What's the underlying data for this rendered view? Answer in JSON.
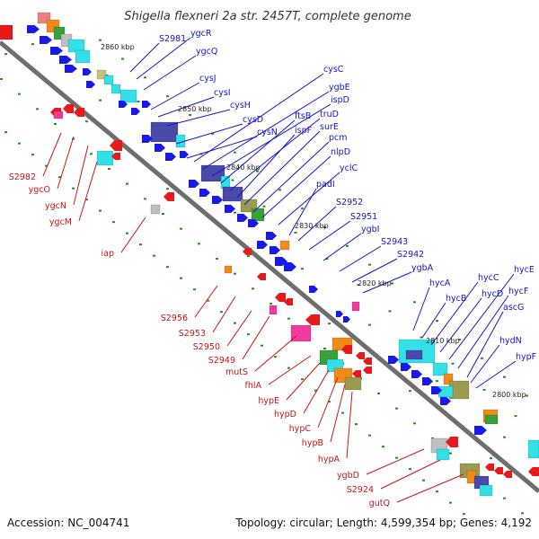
{
  "title": "Shigella flexneri 2a str. 2457T, complete genome",
  "accession": "Accession: NC_004741",
  "topology": "Topology: circular; Length: 4,599,354 bp; Genes: 4,192",
  "kbp_marks": [
    "2860 kbp",
    "2850 kbp",
    "2840 kbp",
    "2830 kbp",
    "2820 kbp",
    "2810 kbp",
    "2800 kbp"
  ],
  "upper_labels": [
    "S2981",
    "ygcR",
    "ygcQ",
    "cysJ",
    "cysI",
    "cysH",
    "cysD",
    "cysN",
    "cysC",
    "ygbE",
    "ispD",
    "ftsB",
    "truD",
    "ispF",
    "surE",
    "pcm",
    "nlpD",
    "yclC",
    "padI",
    "S2952",
    "S2951",
    "ygbI",
    "S2943",
    "S2942",
    "ygbA",
    "hycA",
    "hycB",
    "hycC",
    "hycD",
    "hycE",
    "hycF",
    "ascG",
    "hydN",
    "hypF"
  ],
  "lower_labels": [
    "S2982",
    "ygcO",
    "ygcN",
    "ygcM",
    "iap",
    "S2956",
    "S2953",
    "S2950",
    "S2949",
    "mutS",
    "fhlA",
    "hypE",
    "hypD",
    "hypC",
    "hypB",
    "hypA",
    "ygbD",
    "S2924",
    "gutQ"
  ],
  "colors": {
    "backbone": "#6e6e6e",
    "forward_gene": "#1a1ae6",
    "reverse_gene": "#e61a1a",
    "cds_cyan": "#33e0e8",
    "cds_navy": "#4a4aa8",
    "cds_olive": "#9a9a50",
    "cds_orange": "#f28a1a",
    "cds_green": "#3aa03a",
    "cds_pink": "#f03ca0",
    "cds_gray": "#bfbfbf",
    "tick_green": "#2a8a2a",
    "upper_label": "#1414c8",
    "lower_label": "#c81414"
  }
}
